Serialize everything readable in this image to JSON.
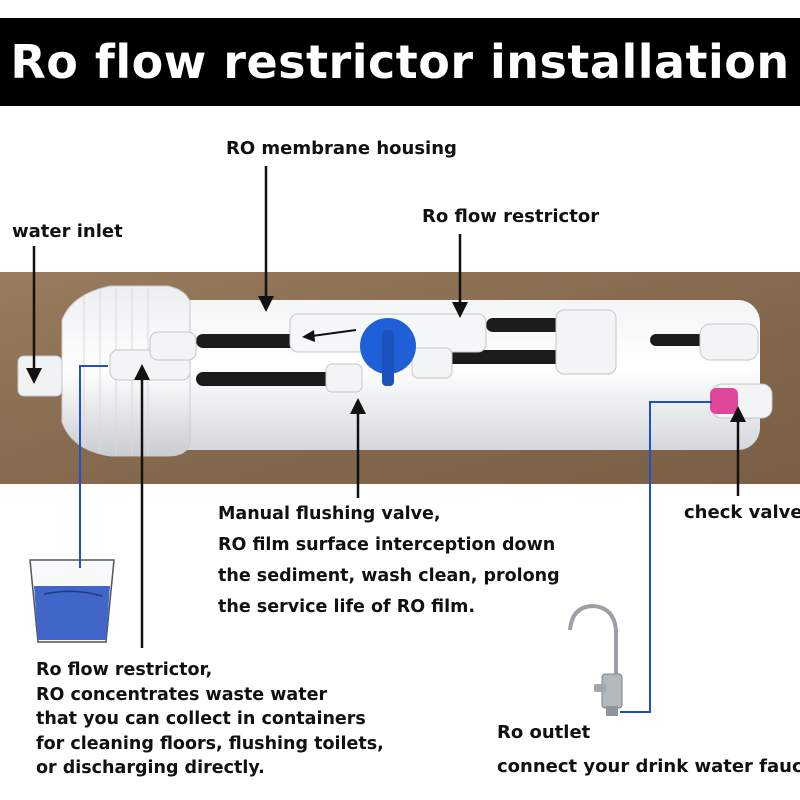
{
  "title": "Ro flow restrictor installation",
  "labels": {
    "membrane_housing": "RO membrane housing",
    "flow_restrictor_top": "Ro flow restrictor",
    "water_inlet": "water inlet",
    "check_valve": "check valve",
    "ro_outlet": "Ro outlet",
    "connect_faucet": "connect your drink water fauct"
  },
  "flushing_valve_text": [
    "Manual flushing valve,",
    "RO film surface interception down",
    " the sediment, wash clean, prolong",
    " the service life of RO film."
  ],
  "restrictor_text": [
    "Ro flow restrictor,",
    "RO concentrates waste water",
    " that you can collect in containers",
    "for cleaning floors, flushing toilets,",
    " or discharging directly."
  ],
  "colors": {
    "banner": "#000000",
    "backdrop": "#8b6e52",
    "valve_handle": "#1f5fd8",
    "check_valve": "#e0479a",
    "water": "#3f66c8",
    "guide_line": "#1e50c8"
  }
}
